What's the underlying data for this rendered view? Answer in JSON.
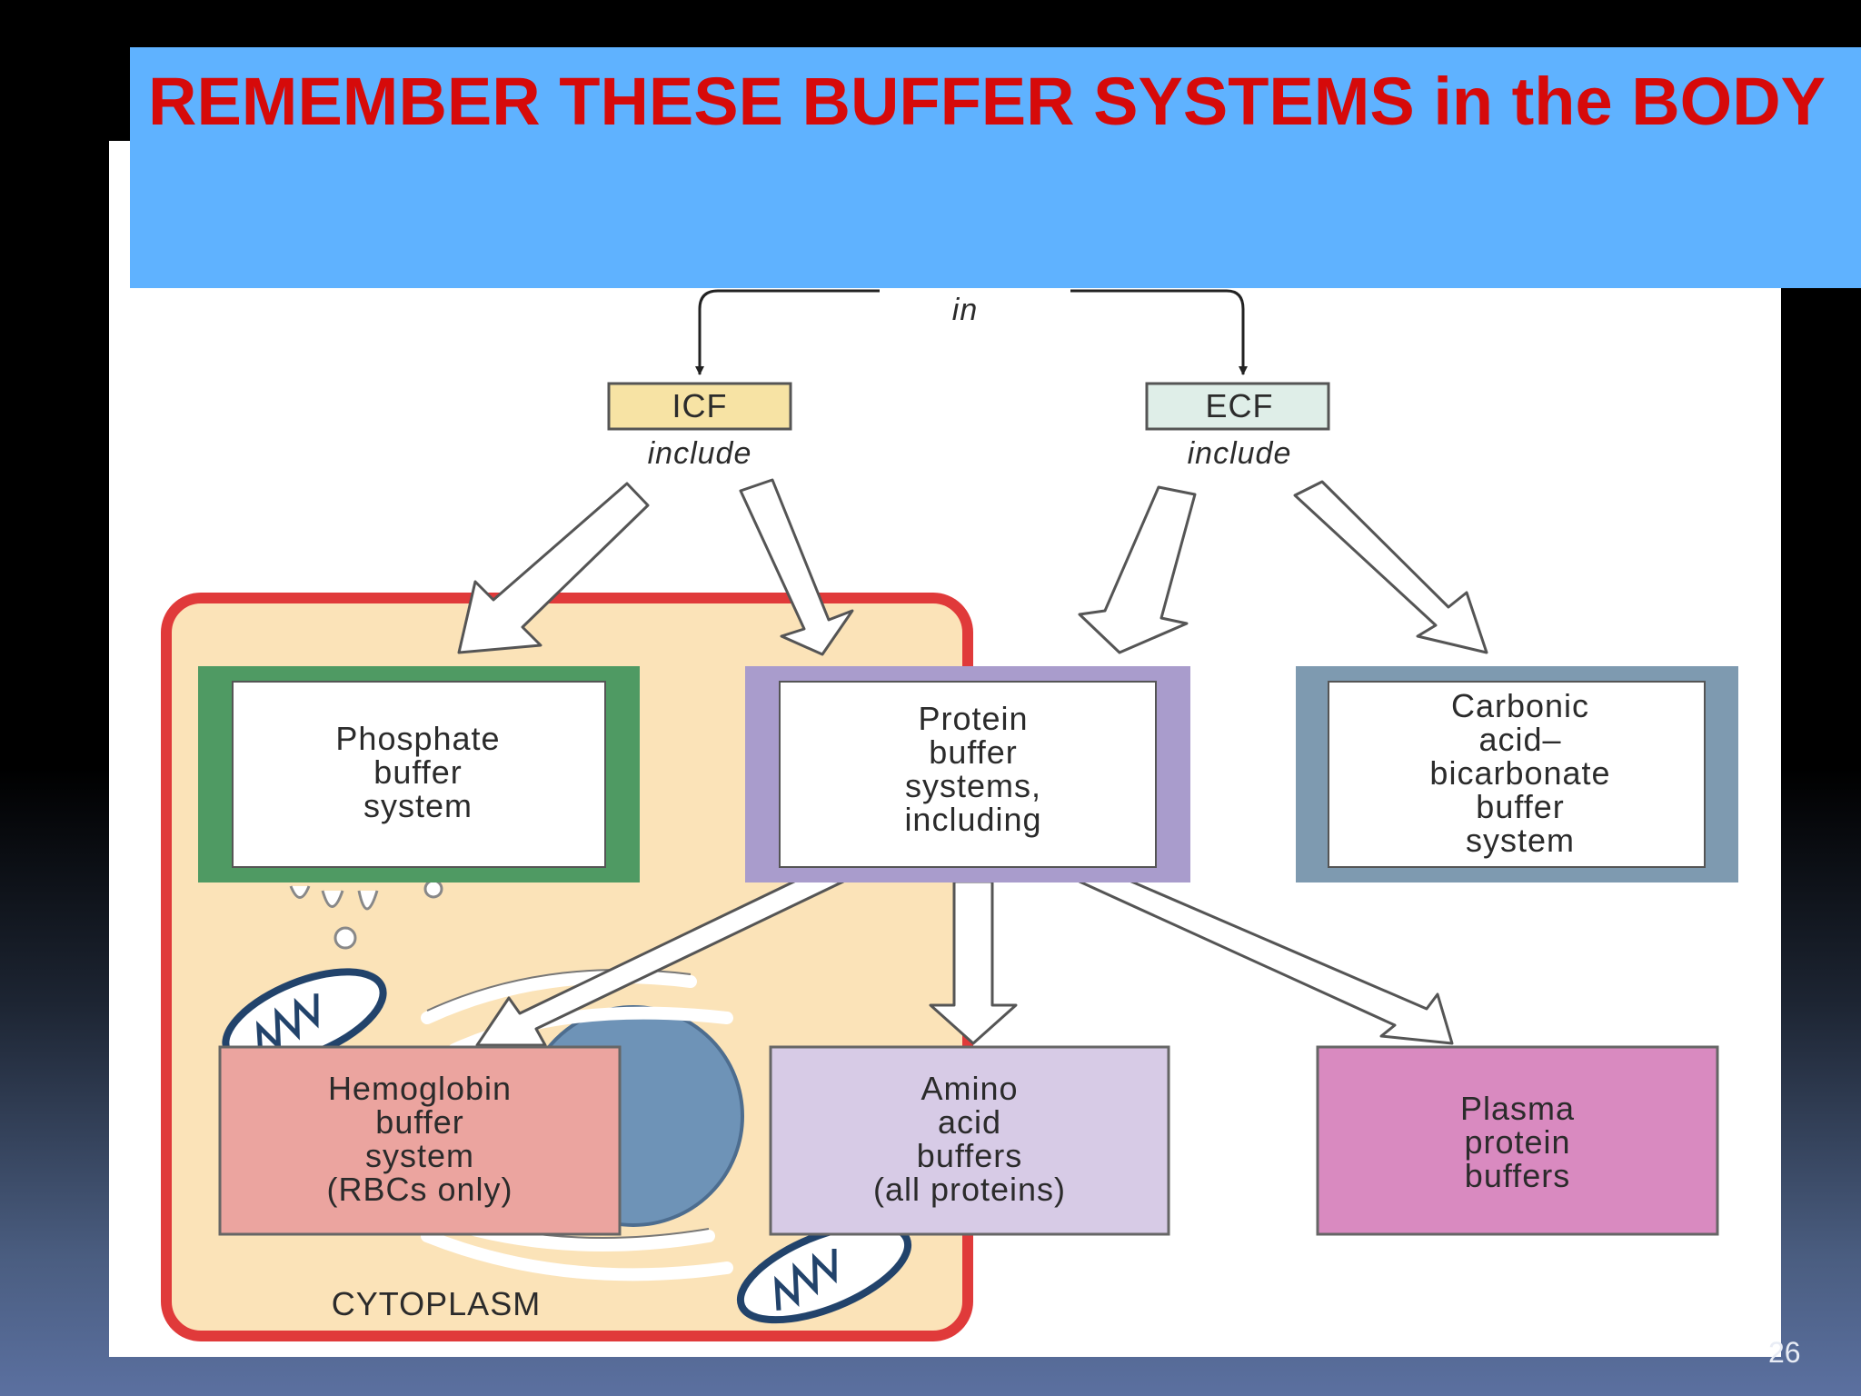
{
  "slide": {
    "title": "REMEMBER THESE BUFFER SYSTEMS in the BODY",
    "page_number": "26"
  },
  "diagram": {
    "top_label": "in",
    "compartments": {
      "icf": {
        "label": "ICF",
        "sublabel": "include"
      },
      "ecf": {
        "label": "ECF",
        "sublabel": "include"
      }
    },
    "phosphate": [
      "Phosphate",
      "buffer",
      "system"
    ],
    "protein": [
      "Protein",
      "buffer",
      "systems,",
      "including"
    ],
    "carbonic": [
      "Carbonic",
      "acid–",
      "bicarbonate",
      "buffer",
      "system"
    ],
    "hemoglobin": [
      "Hemoglobin",
      "buffer",
      "system",
      "(RBCs only)"
    ],
    "amino": [
      "Amino",
      "acid",
      "buffers",
      "(all proteins)"
    ],
    "plasma": [
      "Plasma",
      "protein",
      "buffers"
    ],
    "cytoplasm_label": "CYTOPLASM"
  },
  "colors": {
    "title_text": "#d60a0a",
    "title_banner": "#5fb2ff",
    "cell_border": "#e03a3a",
    "cytoplasm": "#fbe3b8",
    "phosphate_border": "#4f9a63",
    "protein_border": "#a99ccc",
    "carbonic_border": "#7e9ab0",
    "hemoglobin_fill": "#eba49f",
    "amino_fill": "#d7cbe6",
    "plasma_fill": "#d98ac0",
    "icf_fill": "#f7e3a4",
    "ecf_fill": "#dfeee8"
  }
}
